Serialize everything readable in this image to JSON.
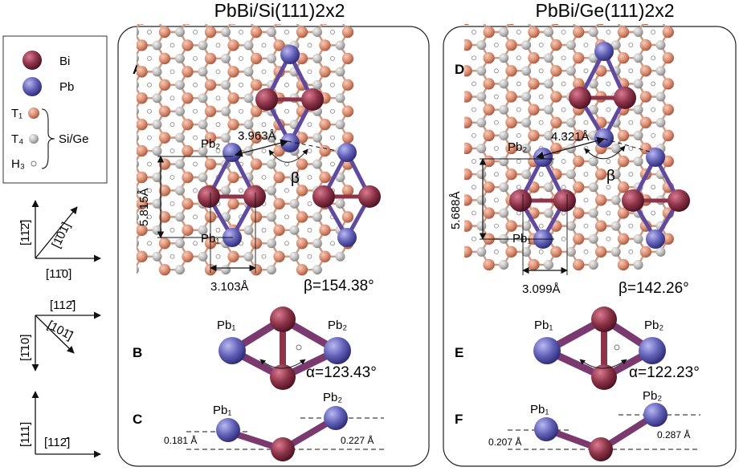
{
  "titles": {
    "left": "PbBi/Si(111)2x2",
    "right": "PbBi/Ge(111)2x2"
  },
  "legend": {
    "bi": "Bi",
    "pb": "Pb",
    "t1": "T₁",
    "t4": "T₄",
    "h3": "H₃",
    "substrate": "Si/Ge"
  },
  "axes": {
    "a1": {
      "v": "[11̄2̄]",
      "d": "[1̄01]",
      "h": "[11̄0]"
    },
    "a2": {
      "v": "[1̄10]",
      "d": "[101̄]",
      "h": "[112̄]"
    },
    "a3": {
      "v": "[111]",
      "h": "[112̄]"
    }
  },
  "panels": {
    "A": "A",
    "B": "B",
    "C": "C",
    "D": "D",
    "E": "E",
    "F": "F"
  },
  "si": {
    "pb1": "Pb₁",
    "pb2": "Pb₂",
    "pbpb": "3.963Å",
    "vert": "5.815Å",
    "horiz": "3.103Å",
    "beta_sym": "β",
    "beta": "β=154.38°",
    "alpha": "α=123.43°",
    "h1": "0.181 Å",
    "h2": "0.227 Å"
  },
  "ge": {
    "pb1": "Pb₁",
    "pb2": "Pb₂",
    "pbpb": "4.321Å",
    "vert": "5.688Å",
    "horiz": "3.099Å",
    "beta_sym": "β",
    "beta": "β=142.26°",
    "alpha": "α=122.23°",
    "h1": "0.207 Å",
    "h2": "0.287 Å"
  },
  "colors": {
    "bi": "#8e3449",
    "pb": "#6462b8",
    "t1": "#d98b70",
    "t4": "#b8b8b8",
    "bond": "#cf9a82"
  }
}
